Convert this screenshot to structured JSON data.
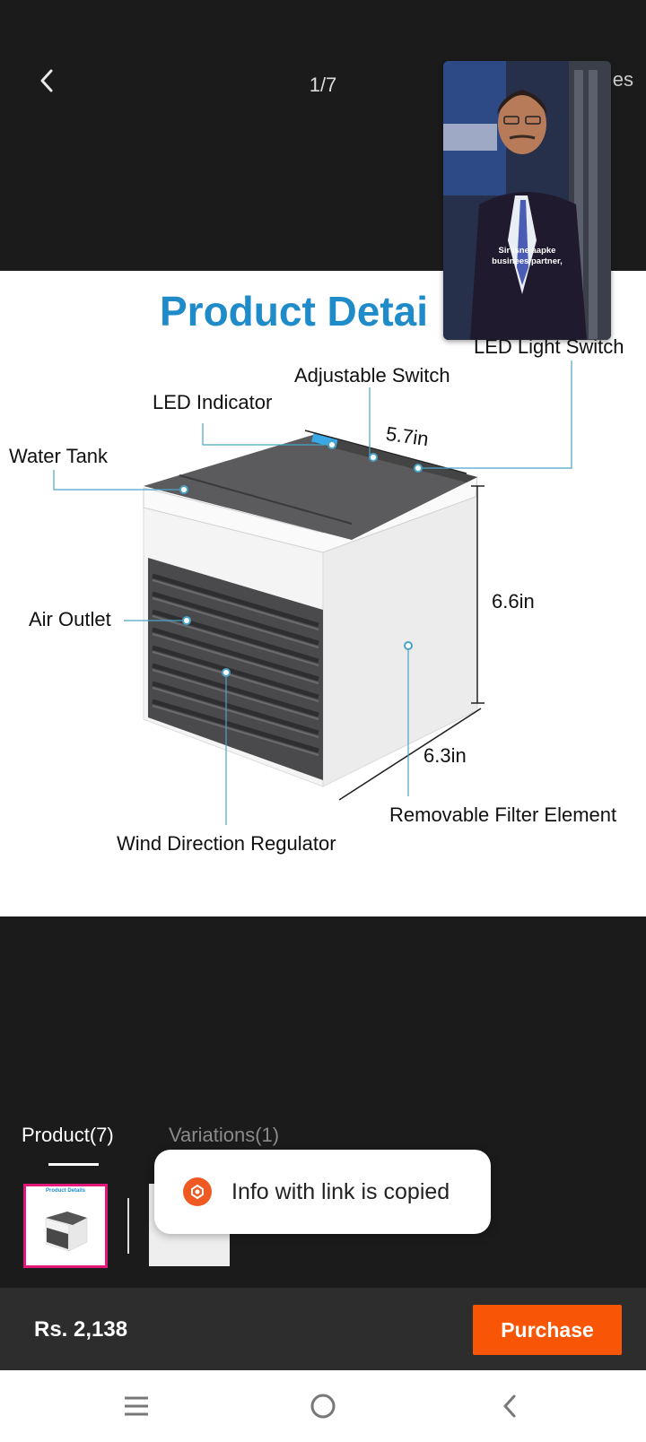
{
  "header": {
    "counter": "1/7",
    "right_text": "es"
  },
  "video": {
    "caption_line1": "Sir isne aapke",
    "caption_line2": "businees partner,"
  },
  "product_image": {
    "title": "Product Detai",
    "callouts": {
      "led_light_switch": "LED Light Switch",
      "adjustable_switch": "Adjustable Switch",
      "led_indicator": "LED Indicator",
      "water_tank": "Water Tank",
      "air_outlet": "Air Outlet",
      "wind_direction_regulator": "Wind Direction Regulator",
      "removable_filter_element": "Removable Filter Element",
      "width": "5.7in",
      "height": "6.6in",
      "depth": "6.3in"
    }
  },
  "tabs": {
    "product": "Product(7)",
    "variations": "Variations(1)"
  },
  "thumbnail": {
    "title": "Product Details"
  },
  "toast": {
    "text": "Info with link is copied"
  },
  "purchase_bar": {
    "price": "Rs. 2,138",
    "purchase_label": "Purchase"
  },
  "icons": {
    "back": "chevron-left-icon",
    "toast": "app-logo-icon",
    "nav_menu": "menu-icon",
    "nav_home": "home-icon",
    "nav_back": "back-icon"
  },
  "colors": {
    "accent": "#f85606",
    "title_blue": "#1f8bc9",
    "thumb_border": "#e3177a",
    "toast_icon": "#f05a22"
  }
}
